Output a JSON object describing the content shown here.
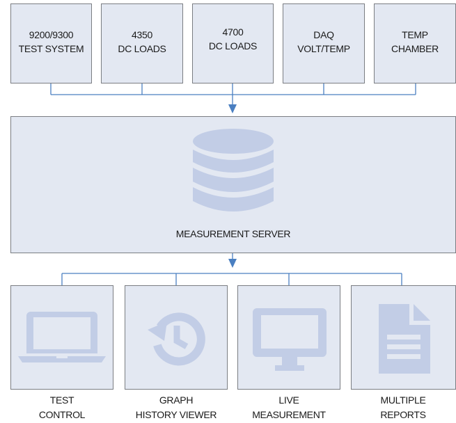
{
  "inputs": [
    {
      "line1": "9200/9300",
      "line2": "TEST SYSTEM"
    },
    {
      "line1": "4350",
      "line2": "DC LOADS"
    },
    {
      "line1": "4700",
      "line2": "DC LOADS"
    },
    {
      "line1": "DAQ",
      "line2": "VOLT/TEMP"
    },
    {
      "line1": "TEMP",
      "line2": "CHAMBER"
    }
  ],
  "server": {
    "label": "MEASUREMENT SERVER",
    "icon": "database-icon"
  },
  "outputs": [
    {
      "line1": "TEST",
      "line2": "CONTROL",
      "icon": "laptop-icon"
    },
    {
      "line1": "GRAPH",
      "line2": "HISTORY VIEWER",
      "icon": "history-icon"
    },
    {
      "line1": "LIVE",
      "line2": "MEASUREMENT",
      "icon": "monitor-icon"
    },
    {
      "line1": "MULTIPLE",
      "line2": "REPORTS",
      "icon": "document-icon"
    }
  ],
  "colors": {
    "box_fill": "#e3e8f2",
    "box_border": "#7a7d82",
    "connector": "#4a7fc1",
    "icon_fill": "#c2cde6"
  }
}
